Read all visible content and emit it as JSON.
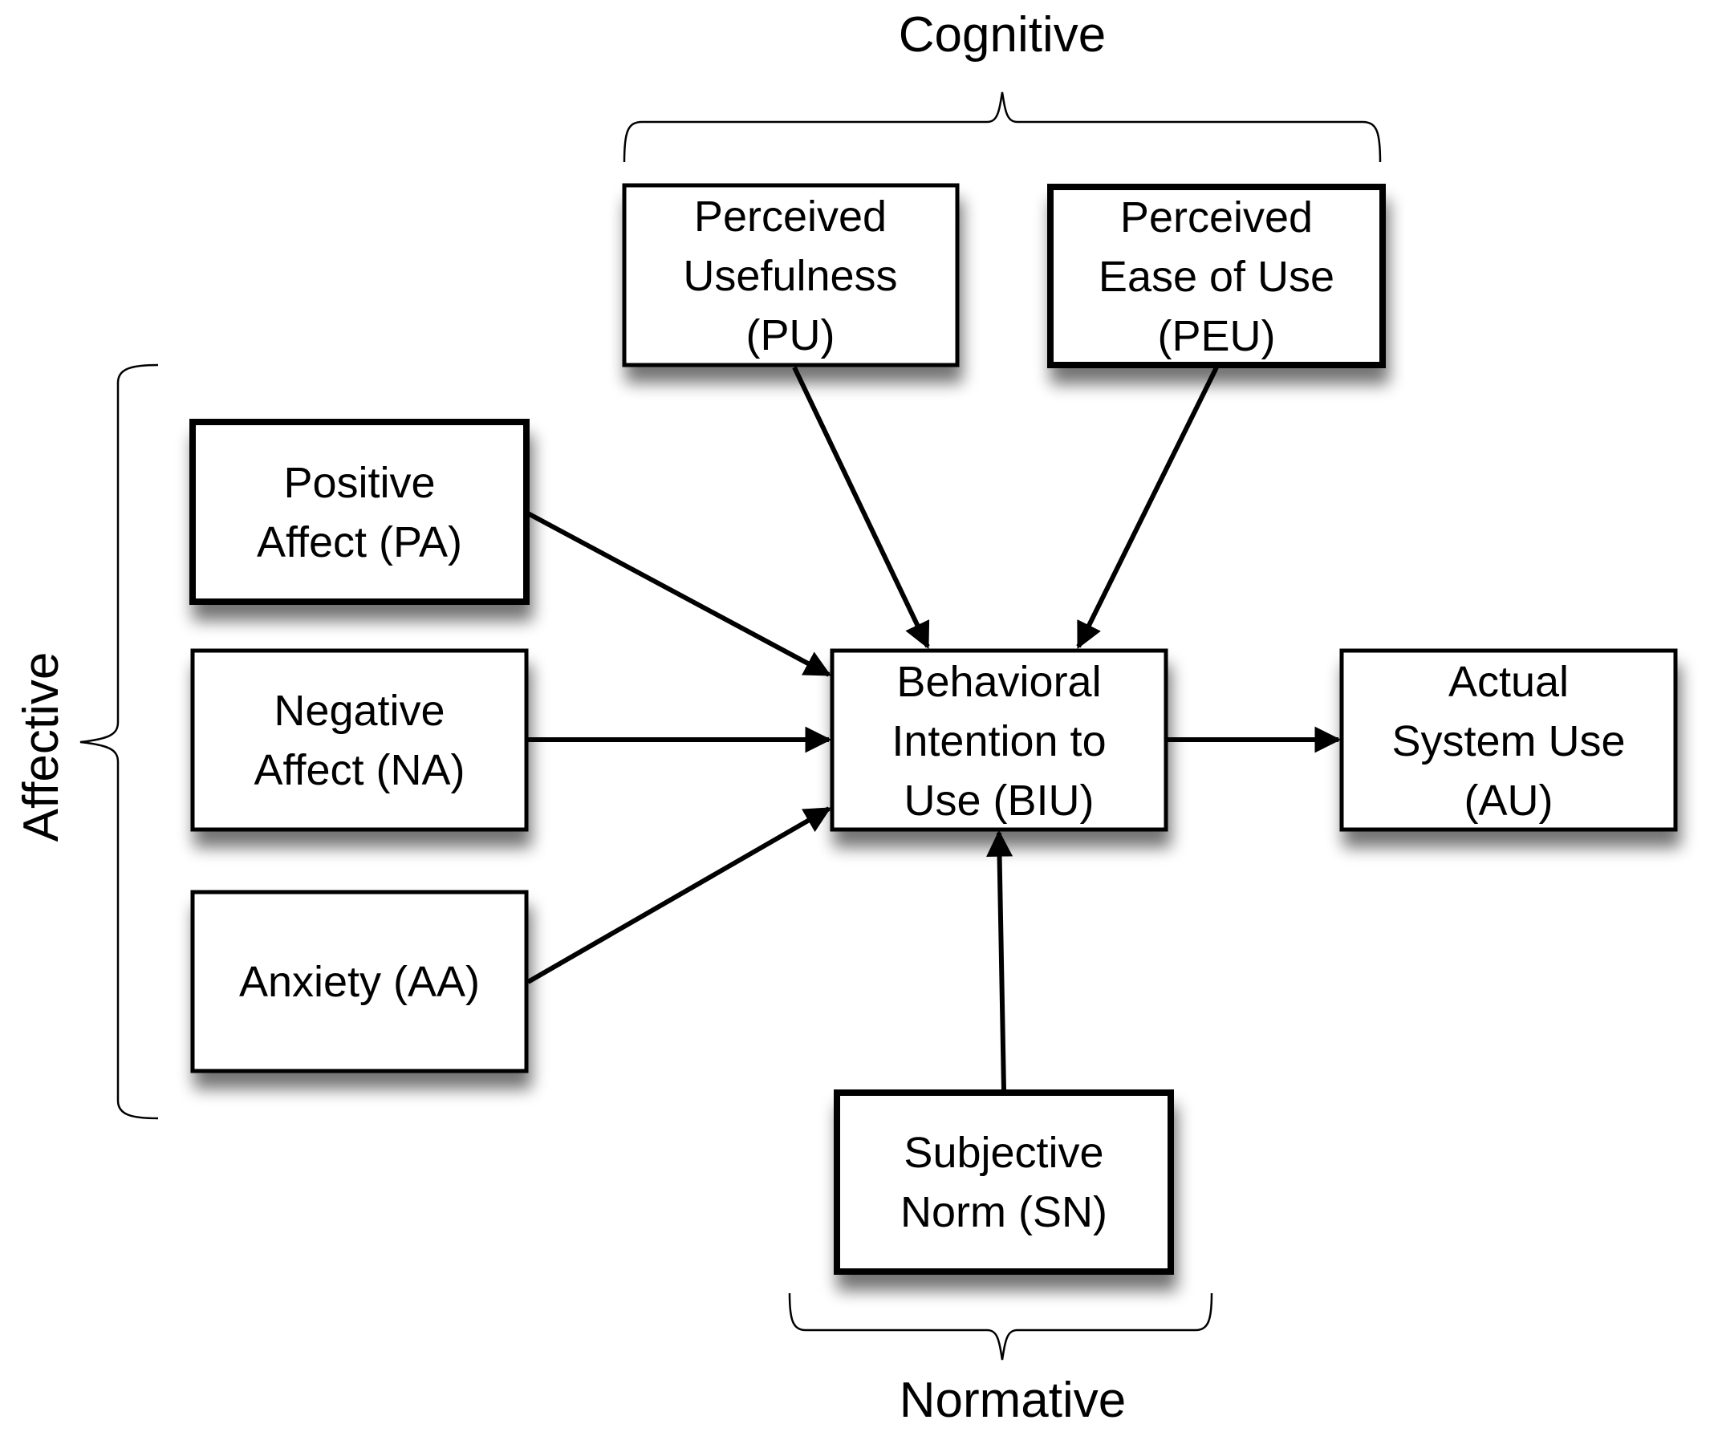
{
  "groups": {
    "cognitive": "Cognitive",
    "affective": "Affective",
    "normative": "Normative"
  },
  "nodes": {
    "pu": [
      "Perceived",
      "Usefulness",
      "(PU)"
    ],
    "peu": [
      "Perceived",
      "Ease of Use",
      "(PEU)"
    ],
    "pa": [
      "Positive",
      "Affect (PA)"
    ],
    "na": [
      "Negative",
      "Affect (NA)"
    ],
    "aa": [
      "Anxiety (AA)"
    ],
    "biu": [
      "Behavioral",
      "Intention to",
      "Use (BIU)"
    ],
    "au": [
      "Actual",
      "System Use",
      "(AU)"
    ],
    "sn": [
      "Subjective",
      "Norm (SN)"
    ]
  },
  "edges": [
    {
      "from": "pu",
      "to": "biu"
    },
    {
      "from": "peu",
      "to": "biu"
    },
    {
      "from": "pa",
      "to": "biu"
    },
    {
      "from": "na",
      "to": "biu"
    },
    {
      "from": "aa",
      "to": "biu"
    },
    {
      "from": "sn",
      "to": "biu"
    },
    {
      "from": "biu",
      "to": "au"
    }
  ],
  "colors": {
    "stroke": "#000000",
    "fill": "#ffffff",
    "shadow": "#000000"
  }
}
